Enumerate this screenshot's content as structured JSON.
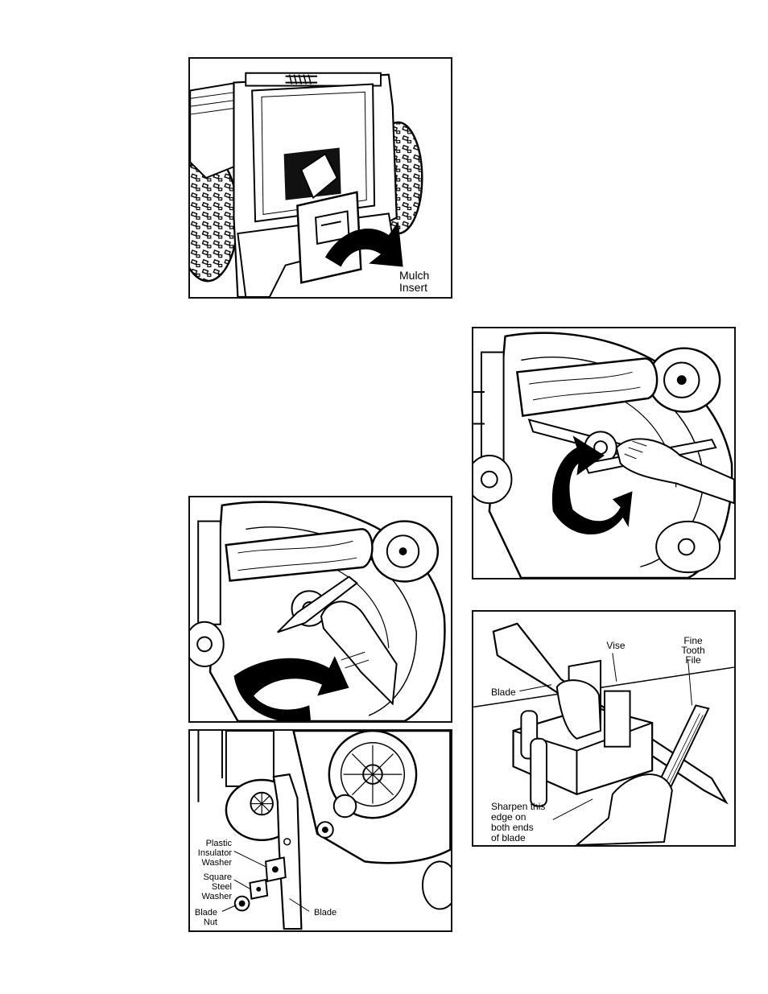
{
  "figures": {
    "mulch": {
      "label_line1": "Mulch",
      "label_line2": "Insert"
    },
    "sharpen": {
      "vise": "Vise",
      "file_line1": "Fine",
      "file_line2": "Tooth",
      "file_line3": "File",
      "blade": "Blade",
      "instruction_line1": "Sharpen this",
      "instruction_line2": "edge on",
      "instruction_line3": "both ends",
      "instruction_line4": "of blade"
    },
    "blade_parts": {
      "plastic_line1": "Plastic",
      "plastic_line2": "Insulator",
      "plastic_line3": "Washer",
      "square_line1": "Square",
      "square_line2": "Steel",
      "square_line3": "Washer",
      "nut_line1": "Blade",
      "nut_line2": "Nut",
      "blade": "Blade"
    }
  }
}
